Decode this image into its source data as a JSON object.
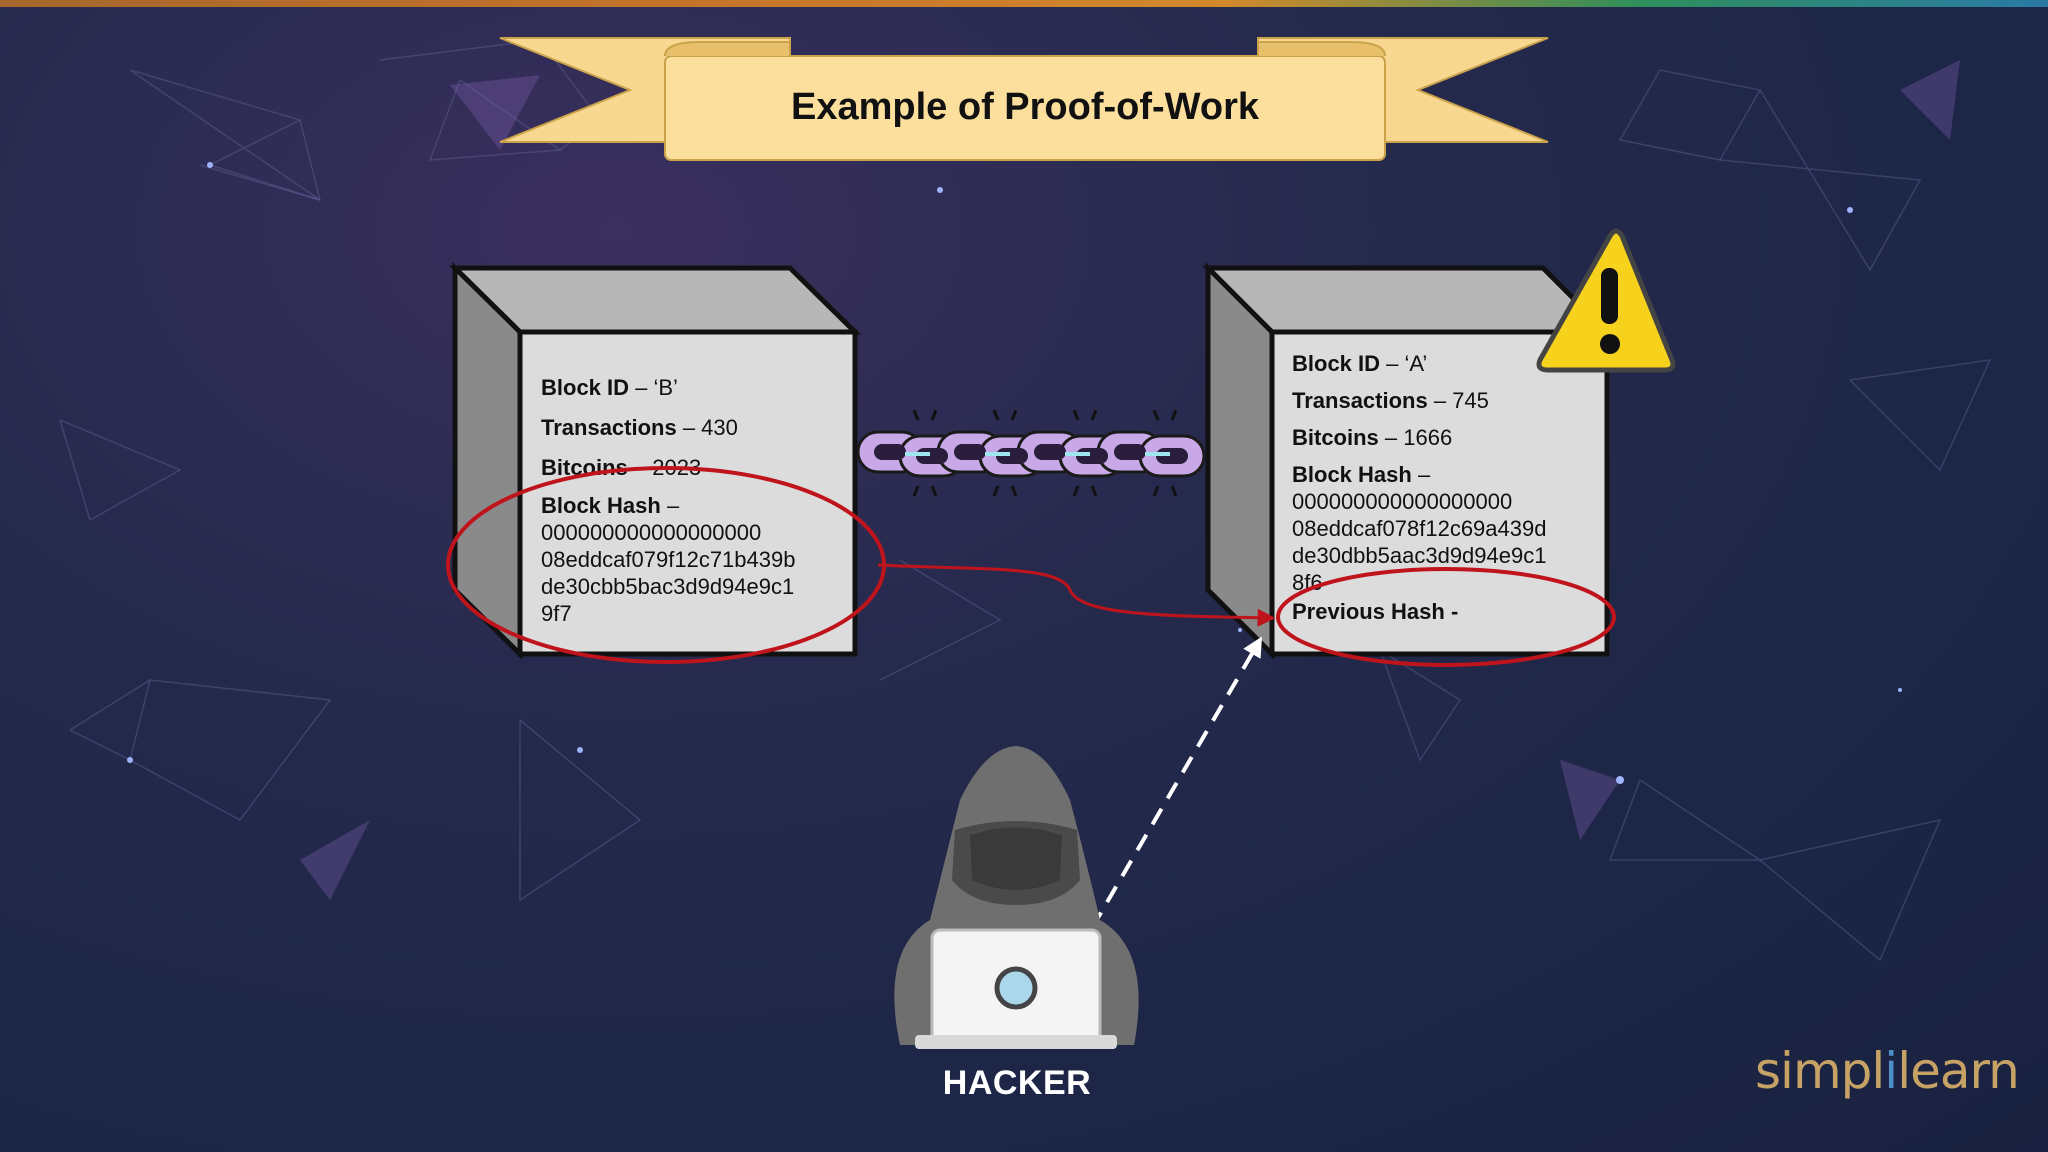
{
  "slide": {
    "title": "Example of Proof-of-Work"
  },
  "block_b": {
    "id_label": "Block ID",
    "id_value": " – ‘B’",
    "tx_label": "Transactions",
    "tx_value": " – 430",
    "btc_label": "Bitcoins",
    "btc_value": " – 2023",
    "hash_label": "Block Hash",
    "hash_sep": " –",
    "hash_lines": [
      "000000000000000000",
      "08eddcaf079f12c71b439b",
      "de30cbb5bac3d9d94e9c1",
      "9f7"
    ]
  },
  "block_a": {
    "id_label": "Block ID",
    "id_value": " – ‘A’",
    "tx_label": "Transactions",
    "tx_value": " – 745",
    "btc_label": "Bitcoins",
    "btc_value": " – 1666",
    "hash_label": "Block Hash",
    "hash_sep": " –",
    "hash_lines": [
      "000000000000000000",
      "08eddcaf078f12c69a439d",
      "de30dbb5aac3d9d94e9c1",
      "8f6"
    ],
    "prev_hash_label": "Previous Hash -"
  },
  "hacker": {
    "label": "HACKER"
  },
  "brand": {
    "part1": "simpl",
    "part2": "i",
    "part3": "learn"
  },
  "icons": [
    "chain-icon",
    "warning-icon",
    "hacker-icon"
  ],
  "colors": {
    "banner": "#fbd99a",
    "highlight_ring": "#c0141c",
    "block_face": "#dcdcdc",
    "warning": "#f7d21d"
  }
}
